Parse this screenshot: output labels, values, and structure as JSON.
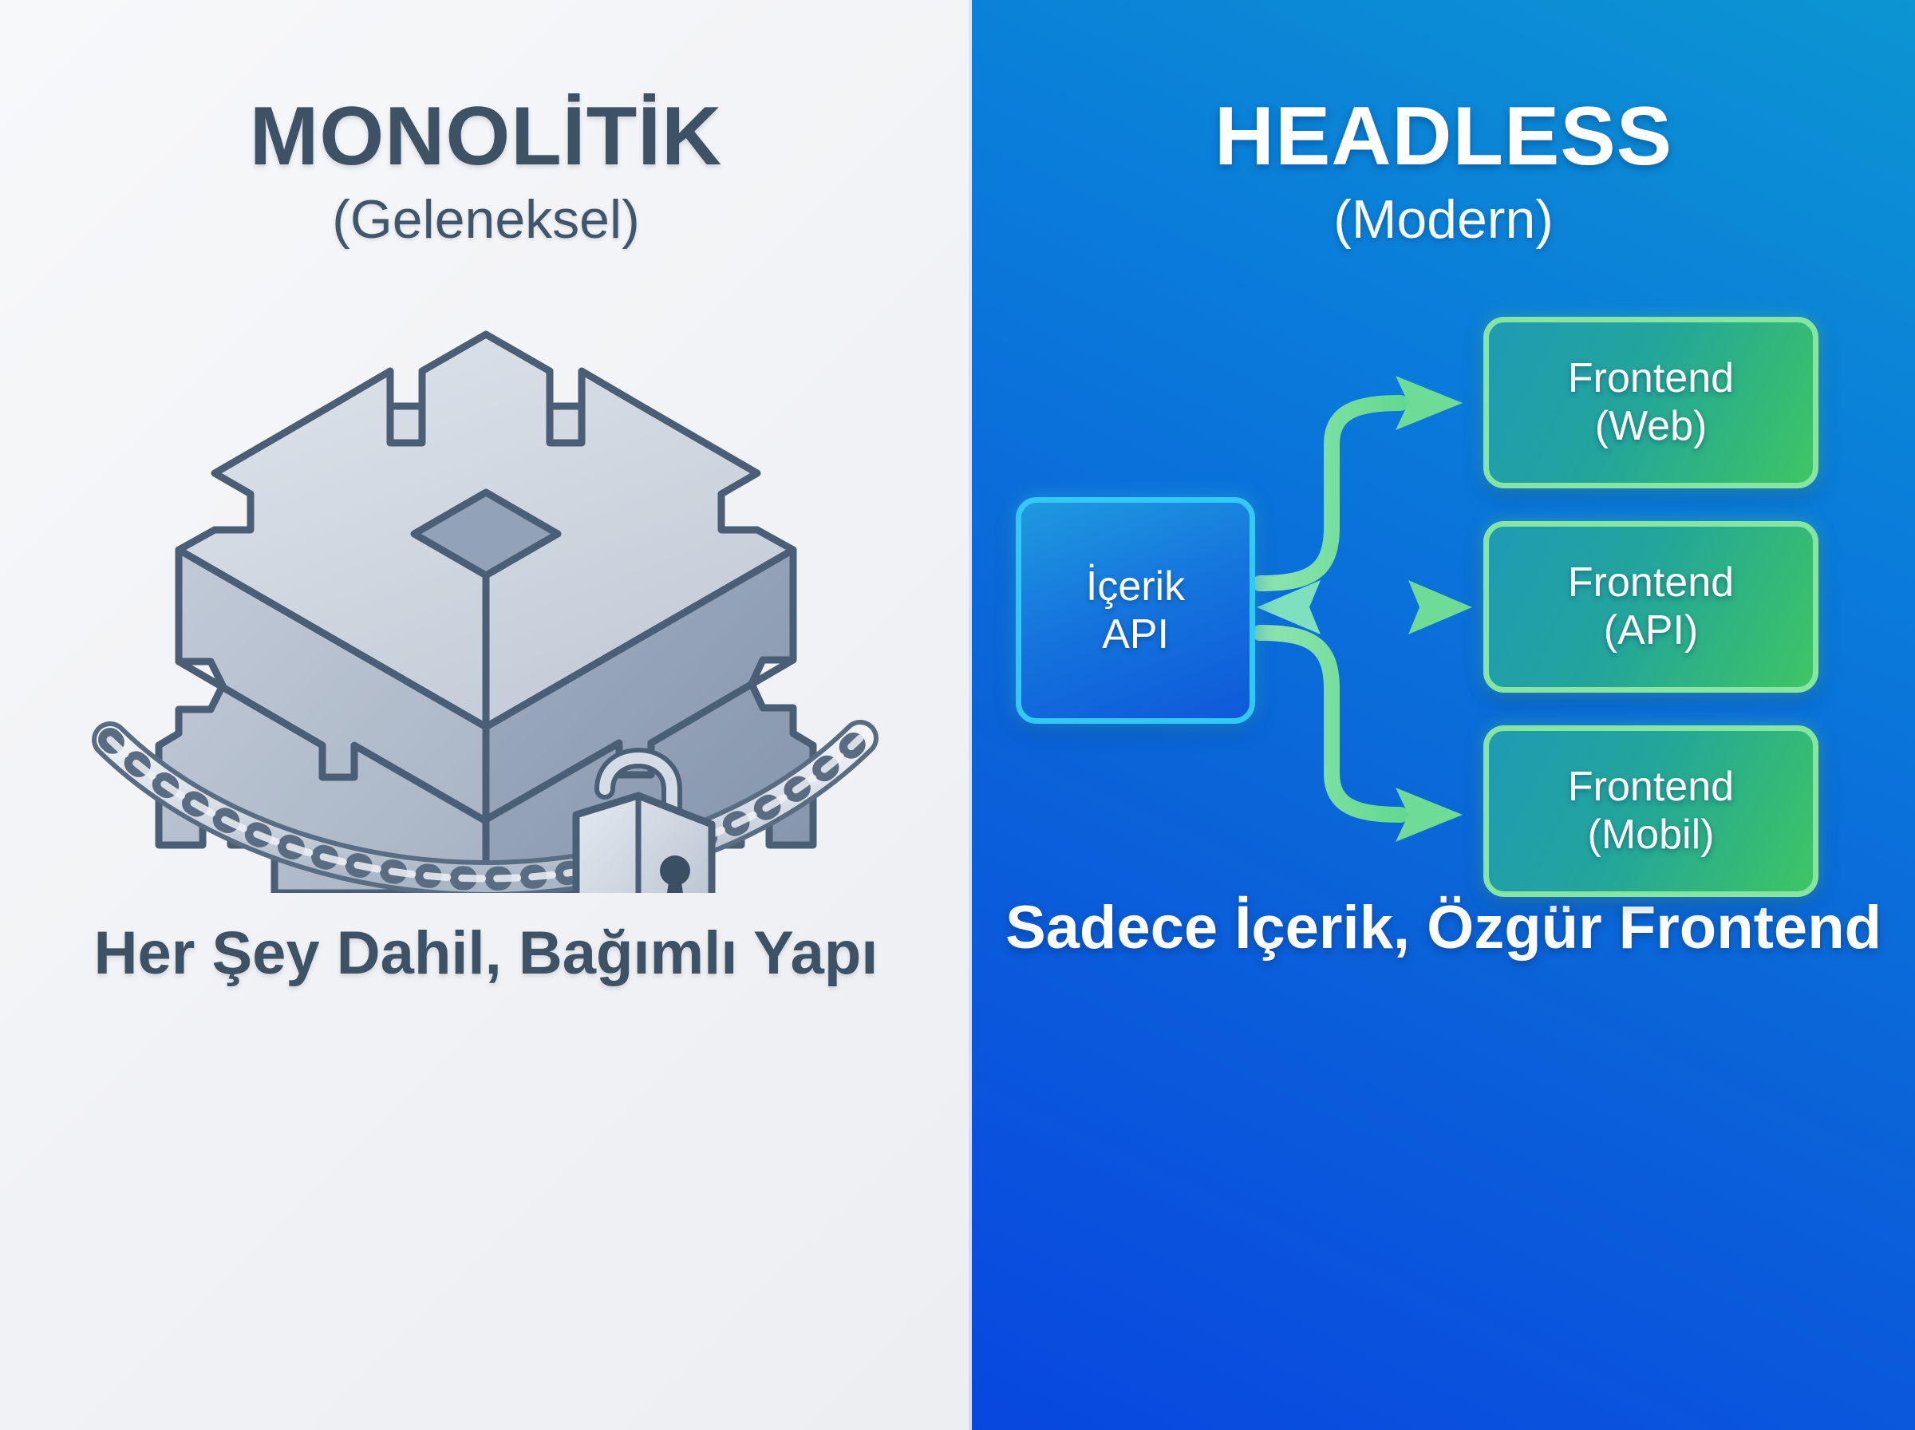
{
  "left": {
    "title": "MONOLİTİK",
    "subtitle": "(Geleneksel)",
    "caption_line1": "Her Şey Dahil,",
    "caption_line2": "Bağımlı Yapı",
    "illustration": {
      "name": "chained-puzzle-cube",
      "parts": [
        "isometric-puzzle-cube",
        "wrapping-chain",
        "padlock"
      ]
    },
    "colors": {
      "background": "#f2f3f6",
      "text": "#3d5265",
      "cube_light": "#ccd3dc",
      "cube_mid": "#aab6c6",
      "cube_dark": "#8d9db2",
      "outline": "#4a5f75"
    }
  },
  "right": {
    "title": "HEADLESS",
    "subtitle": "(Modern)",
    "caption_line1": "Sadece İçerik,",
    "caption_line2": "Özgür Frontend",
    "api_node": {
      "line1": "İçerik",
      "line2": "API"
    },
    "frontends": [
      {
        "line1": "Frontend",
        "line2": "(Web)"
      },
      {
        "line1": "Frontend",
        "line2": "(API)"
      },
      {
        "line1": "Frontend",
        "line2": "(Mobil)"
      }
    ],
    "connectors": [
      {
        "name": "api-to-web",
        "direction": "one-way"
      },
      {
        "name": "api-to-api",
        "direction": "two-way"
      },
      {
        "name": "api-to-mobil",
        "direction": "one-way"
      }
    ],
    "colors": {
      "background_top": "#0c95d2",
      "background_bottom": "#0847dd",
      "api_border": "#34c9f5",
      "frontend_border": "#86e6a1",
      "arrow": "#7fe0a0",
      "text": "#ffffff"
    }
  }
}
